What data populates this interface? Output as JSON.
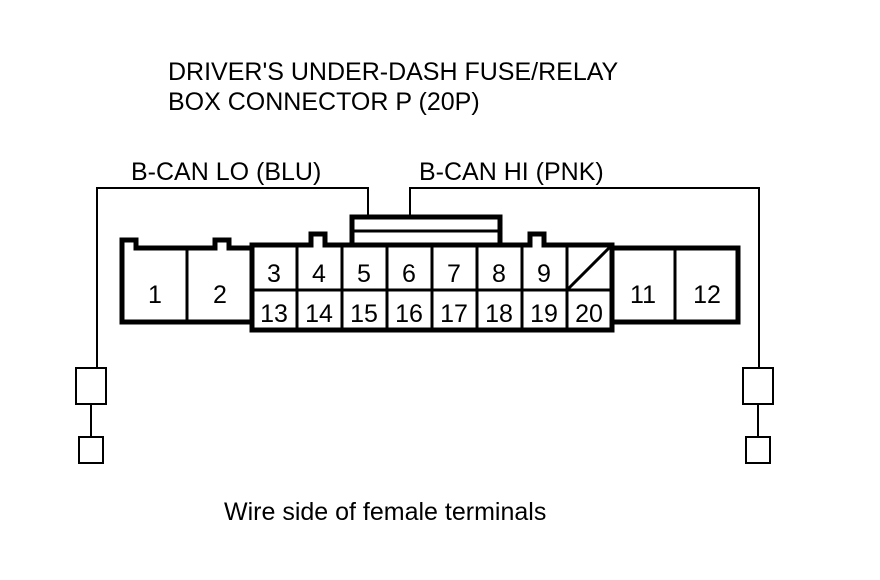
{
  "diagram": {
    "title_line1": "DRIVER'S UNDER-DASH FUSE/RELAY",
    "title_line2": "BOX CONNECTOR P (20P)",
    "caption": "Wire side of female terminals",
    "labels": {
      "left": "B-CAN LO (BLU)",
      "right": "B-CAN HI (PNK)"
    },
    "colors": {
      "line": "#000000",
      "background": "#ffffff",
      "fill": "#ffffff"
    },
    "connector": {
      "name": "Connector P",
      "cavity_count": "20P",
      "left_section_pins": [
        "1",
        "2"
      ],
      "right_section_pins": [
        "11",
        "12"
      ],
      "grid_top_row": [
        "3",
        "4",
        "5",
        "6",
        "7",
        "8",
        "9",
        ""
      ],
      "grid_bottom_row": [
        "13",
        "14",
        "15",
        "16",
        "17",
        "18",
        "19",
        "20"
      ],
      "blanked_cavity": "10",
      "blanked_note": "diagonal-slash"
    },
    "wires": [
      {
        "pin": "5",
        "signal": "B-CAN LO",
        "color_code": "BLU"
      },
      {
        "pin": "6",
        "signal": "B-CAN HI",
        "color_code": "PNK"
      }
    ]
  }
}
